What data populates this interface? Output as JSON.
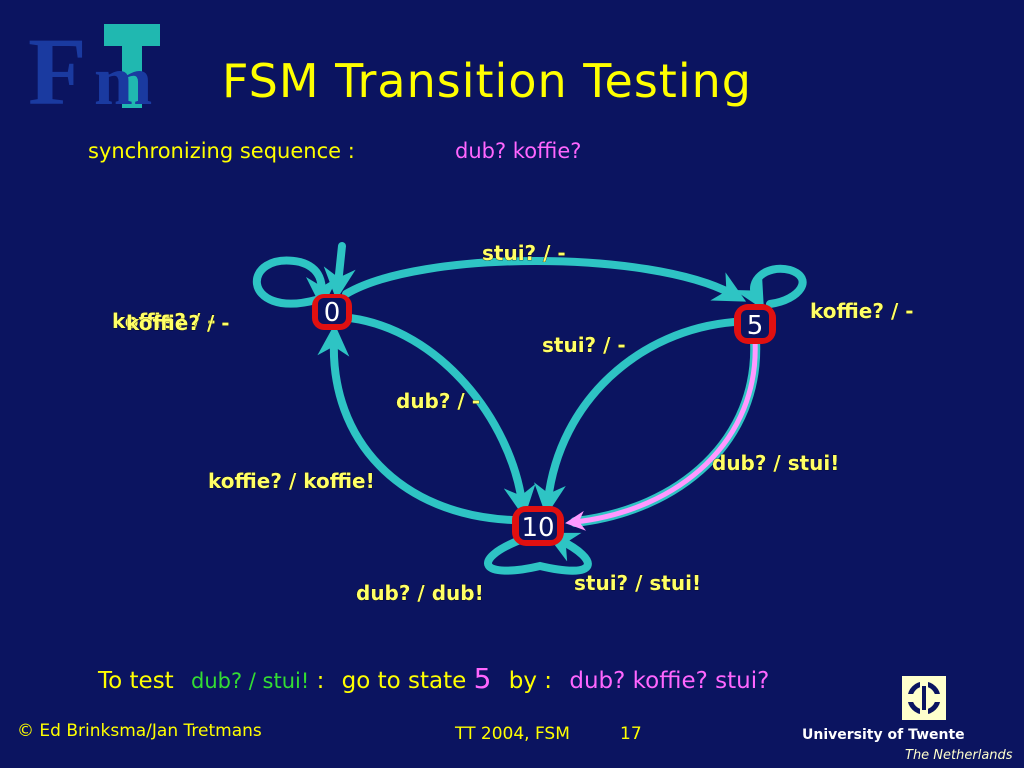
{
  "title": "FSM  Transition Testing",
  "sync": {
    "label": "synchronizing sequence :",
    "value": "dub?  koffie?"
  },
  "nodes": [
    {
      "id": "s0",
      "label": "0"
    },
    {
      "id": "s5",
      "label": "5"
    },
    {
      "id": "s10",
      "label": "10"
    }
  ],
  "edges": [
    {
      "from": "0",
      "to": "0",
      "label": "koffie? / -"
    },
    {
      "from": "0",
      "to": "5",
      "label": "stui? / -"
    },
    {
      "from": "5",
      "to": "5",
      "label": "koffie? / -"
    },
    {
      "from": "5",
      "to": "10",
      "label": "stui? / -"
    },
    {
      "from": "0",
      "to": "10",
      "label": "dub? / -"
    },
    {
      "from": "5",
      "to": "10",
      "label": "dub? / stui!"
    },
    {
      "from": "10",
      "to": "0",
      "label": "koffie? / koffie!"
    },
    {
      "from": "10",
      "to": "10",
      "label": "dub? / dub!"
    },
    {
      "from": "10",
      "to": "10",
      "label": "stui? / stui!"
    }
  ],
  "bottom": {
    "to_test": "To test",
    "transition": "dub? / stui!",
    "colon": ":",
    "go_to_state": "go to state",
    "state": "5",
    "by": "by :",
    "sequence": "dub?  koffie?  stui?"
  },
  "footer": {
    "authors": "© Ed Brinksma/Jan Tretmans",
    "course": "TT 2004, FSM",
    "page": "17",
    "university": "University of Twente",
    "country": "The Netherlands"
  },
  "colors": {
    "background": "#0b1460",
    "title": "#ffff00",
    "edge": "#2ec4c4",
    "highlight_edge": "#ff99ff",
    "node_fill": "#e01010",
    "accent_pink": "#ff66ff",
    "accent_green": "#33dd33"
  },
  "icons": {
    "logo": "fmt-logo",
    "university": "university-twente-emblem"
  }
}
